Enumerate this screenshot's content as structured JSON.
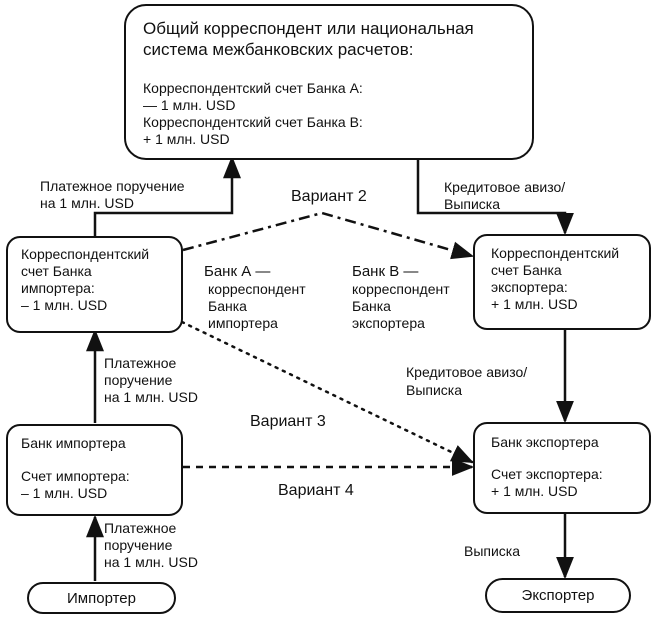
{
  "top_box": {
    "title_line1": "Общий корреспондент или национальная",
    "title_line2": "система межбанковских расчетов:",
    "line_a1": "Корреспондентский счет Банка А:",
    "line_a2": "— 1 млн. USD",
    "line_b1": "Корреспондентский счет Банка В:",
    "line_b2": "+ 1 млн. USD"
  },
  "importer_corr_box": {
    "line1": "Корреспондентский",
    "line2": "счет Банка",
    "line3": "импортера:",
    "line4": "– 1 млн. USD"
  },
  "exporter_corr_box": {
    "line1": "Корреспондентский",
    "line2": "счет Банка",
    "line3": "экспортера:",
    "line4": "+ 1 млн. USD"
  },
  "importer_bank_box": {
    "line1": "Банк импортера",
    "line2": "Счет импортера:",
    "line3": "– 1 млн. USD"
  },
  "exporter_bank_box": {
    "line1": "Банк экспортера",
    "line2": "Счет экспортера:",
    "line3": "+ 1 млн. USD"
  },
  "importer": "Импортер",
  "exporter": "Экспортер",
  "labels": {
    "pay_top_1": "Платежное поручение",
    "pay_top_2": "на 1 млн. USD",
    "credit_top_1": "Кредитовое авизо/",
    "credit_top_2": "Выписка",
    "bank_a_1": "Банк А —",
    "bank_a_2": "корреспондент",
    "bank_a_3": "Банка",
    "bank_a_4": "импортера",
    "bank_b_1": "Банк В —",
    "bank_b_2": "корреспондент",
    "bank_b_3": "Банка",
    "bank_b_4": "экспортера",
    "pay_mid_1": "Платежное",
    "pay_mid_2": "поручение",
    "pay_mid_3": "на 1 млн. USD",
    "credit_mid_1": "Кредитовое авизо/",
    "credit_mid_2": "Выписка",
    "pay_bot_1": "Платежное",
    "pay_bot_2": "поручение",
    "pay_bot_3": "на 1 млн. USD",
    "statement": "Выписка"
  },
  "variants": {
    "v2": "Вариант 2",
    "v3": "Вариант 3",
    "v4": "Вариант 4"
  }
}
